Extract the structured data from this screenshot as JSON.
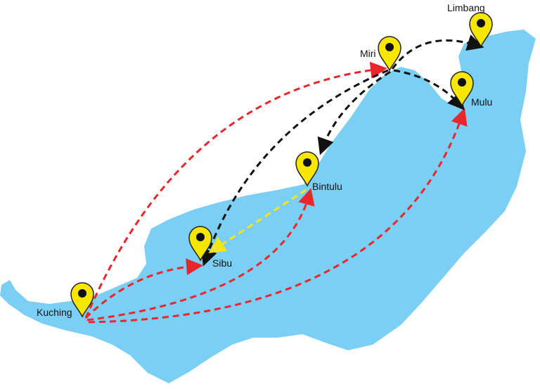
{
  "colors": {
    "land": "#7ccff4",
    "route_from_kuching": "#e8262b",
    "route_from_miri": "#111111",
    "route_bintulu_sibu": "#f5e61a",
    "pin": "#f7e600"
  },
  "cities": {
    "kuching": "Kuching",
    "sibu": "Sibu",
    "bintulu": "Bintulu",
    "miri": "Miri",
    "limbang": "Limbang",
    "mulu": "Mulu"
  },
  "routes": [
    {
      "from": "Kuching",
      "to": "Miri",
      "color": "red"
    },
    {
      "from": "Kuching",
      "to": "Sibu",
      "color": "red"
    },
    {
      "from": "Kuching",
      "to": "Bintulu",
      "color": "red"
    },
    {
      "from": "Kuching",
      "to": "Mulu",
      "color": "red"
    },
    {
      "from": "Miri",
      "to": "Limbang",
      "color": "black"
    },
    {
      "from": "Miri",
      "to": "Mulu",
      "color": "black"
    },
    {
      "from": "Miri",
      "to": "Bintulu",
      "color": "black"
    },
    {
      "from": "Miri",
      "to": "Sibu",
      "color": "black"
    },
    {
      "from": "Bintulu",
      "to": "Sibu",
      "color": "yellow"
    }
  ]
}
